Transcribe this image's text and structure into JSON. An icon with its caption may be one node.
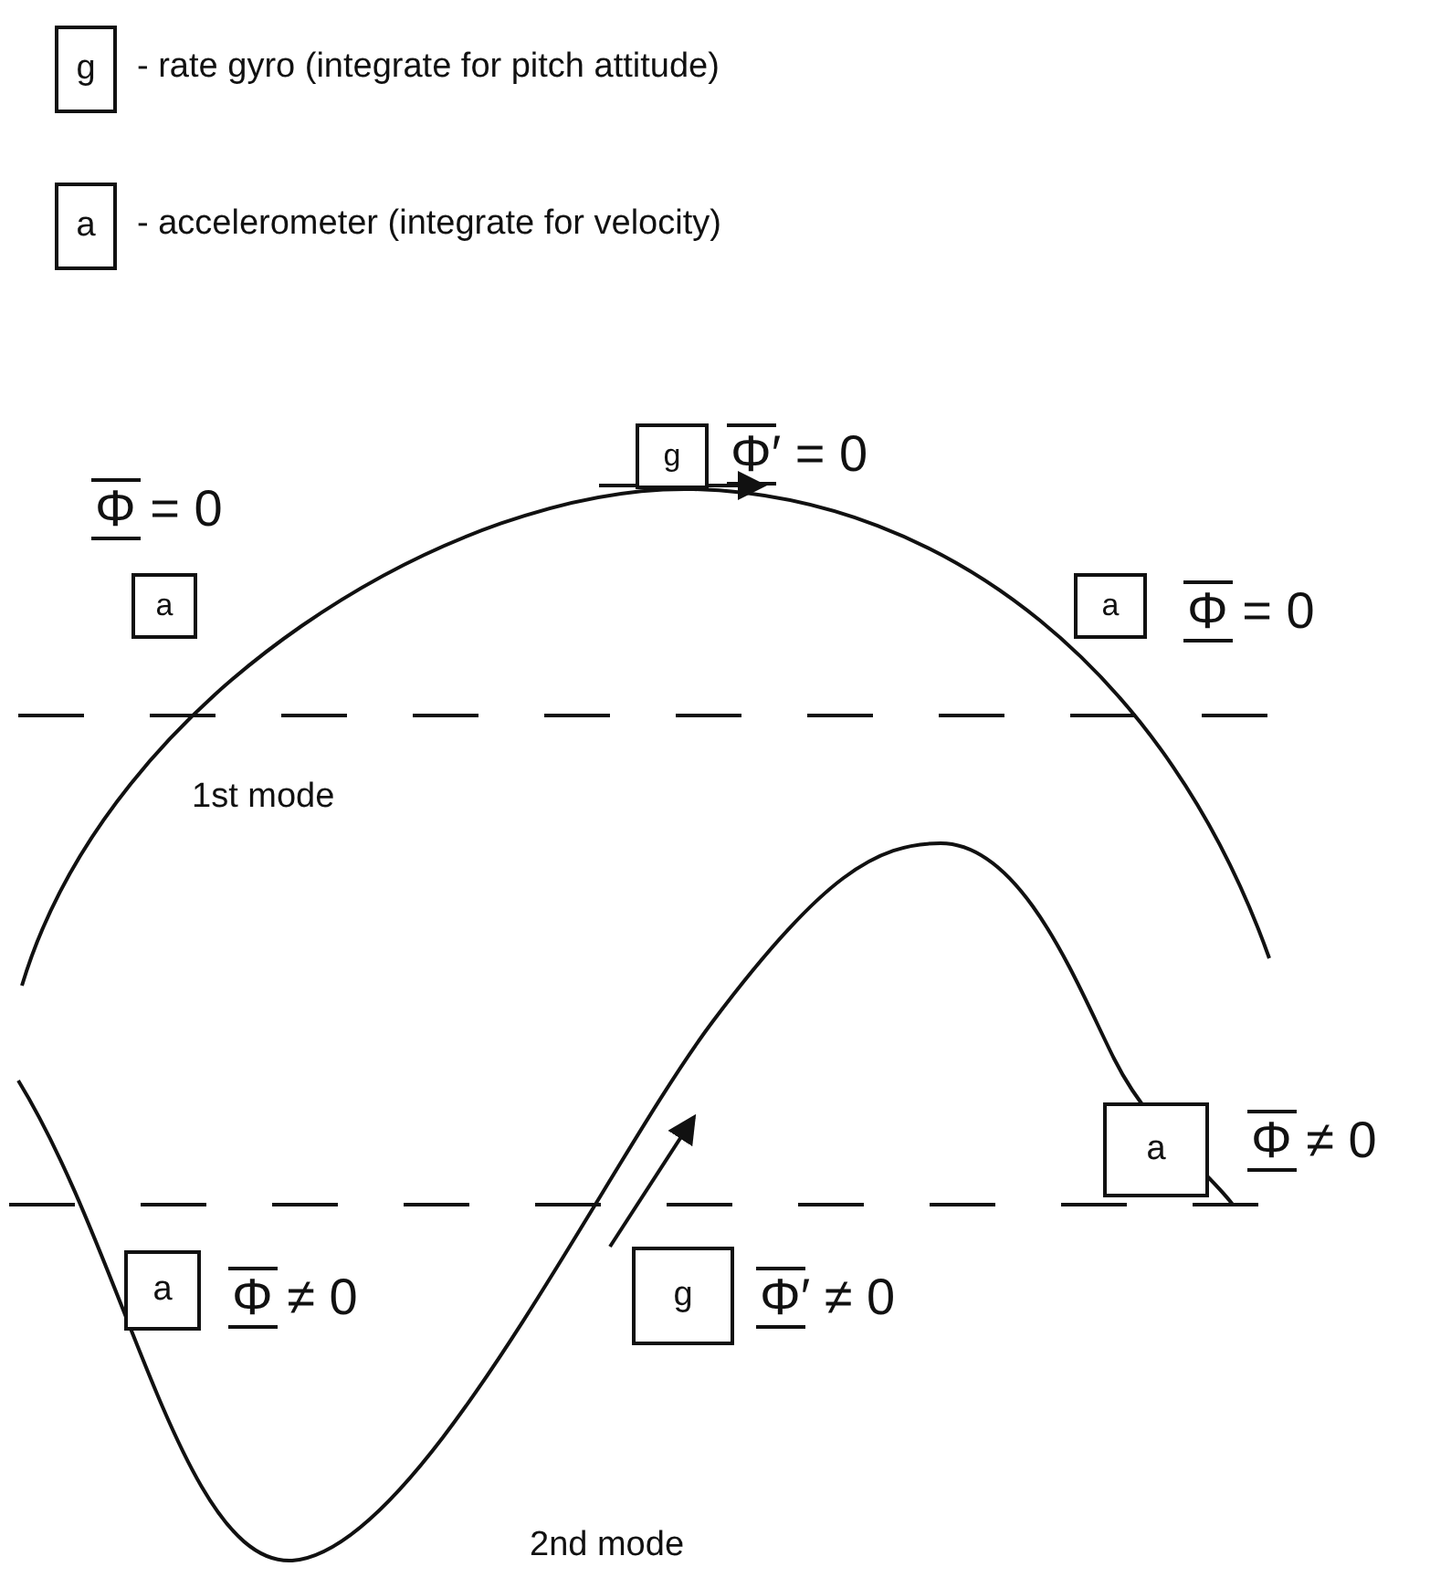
{
  "diagram": {
    "nodes": [
      {
        "text": [
          "g"
        ],
        "beside": [
          "- rate gyro (integrate for pitch attitude)"
        ]
      },
      {
        "text": [
          "a"
        ],
        "beside": [
          "- accelerometer (integrate for velocity)"
        ]
      },
      {
        "text": [
          "a"
        ],
        "beside": [
          "Φ = 0"
        ]
      },
      {
        "text": [
          "g"
        ],
        "beside": [
          "Φ′ = 0"
        ]
      },
      {
        "text": [
          "a"
        ],
        "beside": [
          "Φ = 0"
        ]
      },
      {
        "text": [
          "a"
        ],
        "beside": [
          "Φ ≠ 0"
        ]
      },
      {
        "text": [
          "a"
        ],
        "beside": [
          "Φ ≠ 0"
        ]
      },
      {
        "text": [
          "g"
        ],
        "beside": [
          "Φ′ ≠ 0"
        ]
      }
    ],
    "edges": [],
    "labels": [
      "1st mode",
      "2nd mode"
    ]
  }
}
